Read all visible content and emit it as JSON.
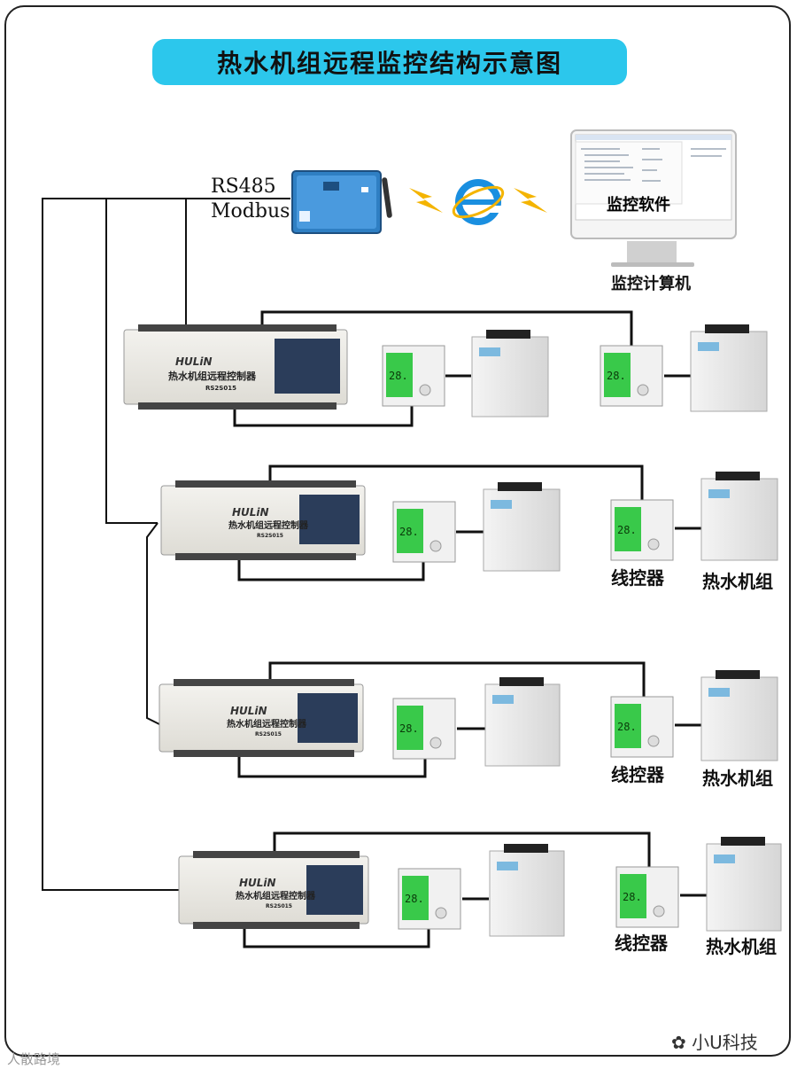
{
  "title": "热水机组远程监控结构示意图",
  "rs485_label": "RS485",
  "modbus_label": "Modbus",
  "monitor_software_label": "监控软件",
  "monitor_pc_label": "监控计算机",
  "controller_brand": "HULiN",
  "controller_name": "热水机组远程控制器",
  "controller_model": "RS2S015",
  "wire_controller_label": "线控器",
  "heat_pump_label": "热水机组",
  "lcd_reading": "28.",
  "watermark_left": "人散路境",
  "watermark_right": "小U科技",
  "colors": {
    "title_banner": "#2cc7ec",
    "lightning": "#f4b400",
    "ie_blue": "#1a8fe0",
    "lcd_green": "#39c94a"
  }
}
